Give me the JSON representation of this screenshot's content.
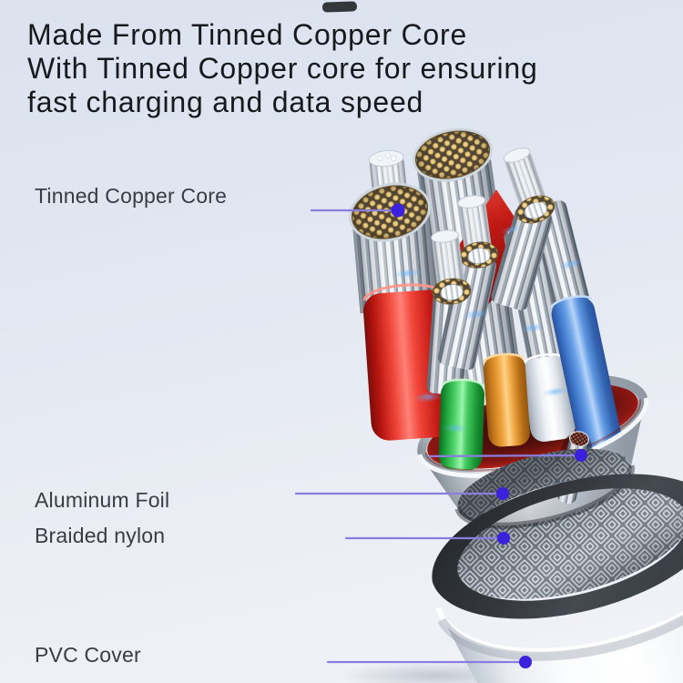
{
  "title": {
    "lines": [
      "Made From Tinned Copper Core",
      "With Tinned Copper core for ensuring",
      "fast charging and data speed"
    ]
  },
  "callouts": {
    "tinned_copper_core": {
      "label": "Tinned Copper Core"
    },
    "aluminum_foil": {
      "label": "Aluminum Foil"
    },
    "braided_nylon": {
      "label": "Braided nylon"
    },
    "pvc_cover": {
      "label": "PVC Cover"
    }
  },
  "colors": {
    "callout_line": "#8b7de0",
    "callout_dot": "#3b21dc",
    "title_text": "#17191c",
    "label_text": "#383d44",
    "copper_gold": "#f1d189",
    "wire_red": "#e5352f",
    "wire_green": "#2eb84c",
    "wire_orange": "#f0a23c",
    "wire_blue": "#4b8de0",
    "foil_silver": "#dfe4ea",
    "pvc_white": "#fbfcfd"
  }
}
